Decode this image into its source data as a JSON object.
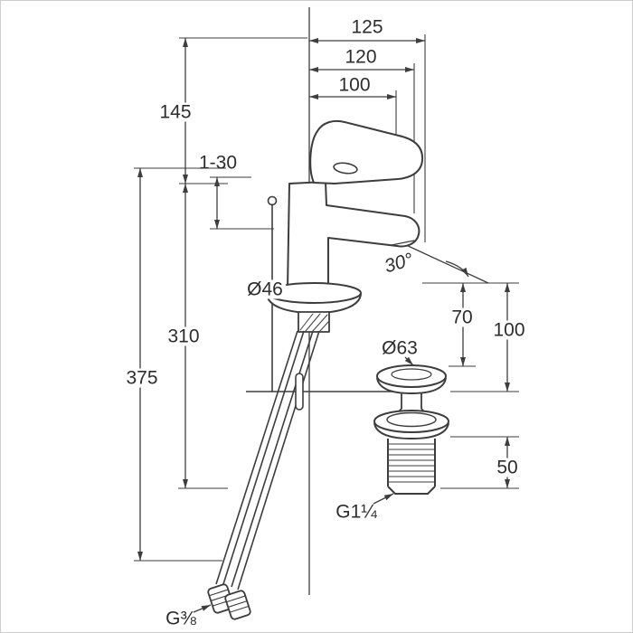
{
  "drawing": {
    "type": "faucet-dimension-drawing",
    "line_color": "#3d3d3d",
    "text_color": "#2d2d2d",
    "background": "#ffffff",
    "dim_labels": {
      "reach_125": "125",
      "reach_120": "120",
      "reach_100": "100",
      "height_145": "145",
      "range_1_30": "1-30",
      "dia_46": "Ø46",
      "angle_30": "30°",
      "height_70": "70",
      "height_100": "100",
      "length_310": "310",
      "length_375": "375",
      "dia_63": "Ø63",
      "length_50": "50",
      "thread_g114": "G1¼",
      "thread_g38": "G⅜"
    }
  }
}
